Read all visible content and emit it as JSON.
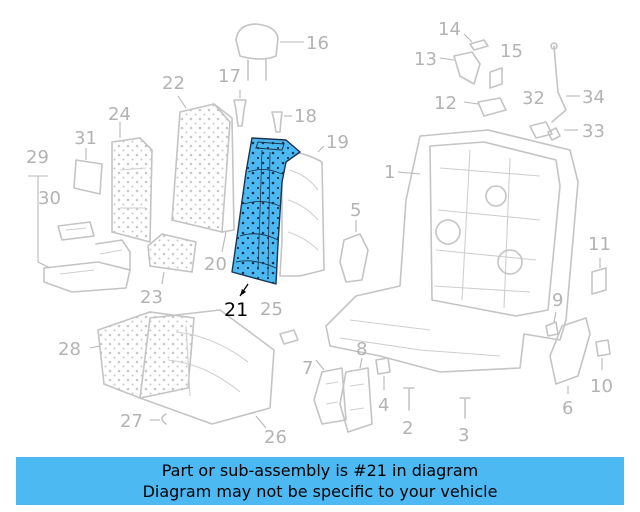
{
  "diagram": {
    "highlight_color": "#4cb9f3",
    "highlighted_part": "21",
    "part_labels": [
      "1",
      "2",
      "3",
      "4",
      "5",
      "6",
      "7",
      "8",
      "9",
      "10",
      "11",
      "12",
      "13",
      "14",
      "15",
      "16",
      "17",
      "18",
      "19",
      "20",
      "22",
      "23",
      "24",
      "25",
      "26",
      "27",
      "28",
      "29",
      "30",
      "31",
      "32",
      "33",
      "34"
    ]
  },
  "banner": {
    "line1": "Part or sub-assembly is #21 in diagram",
    "line2": "Diagram may not be specific to your vehicle",
    "background": "#4cb9f3"
  }
}
